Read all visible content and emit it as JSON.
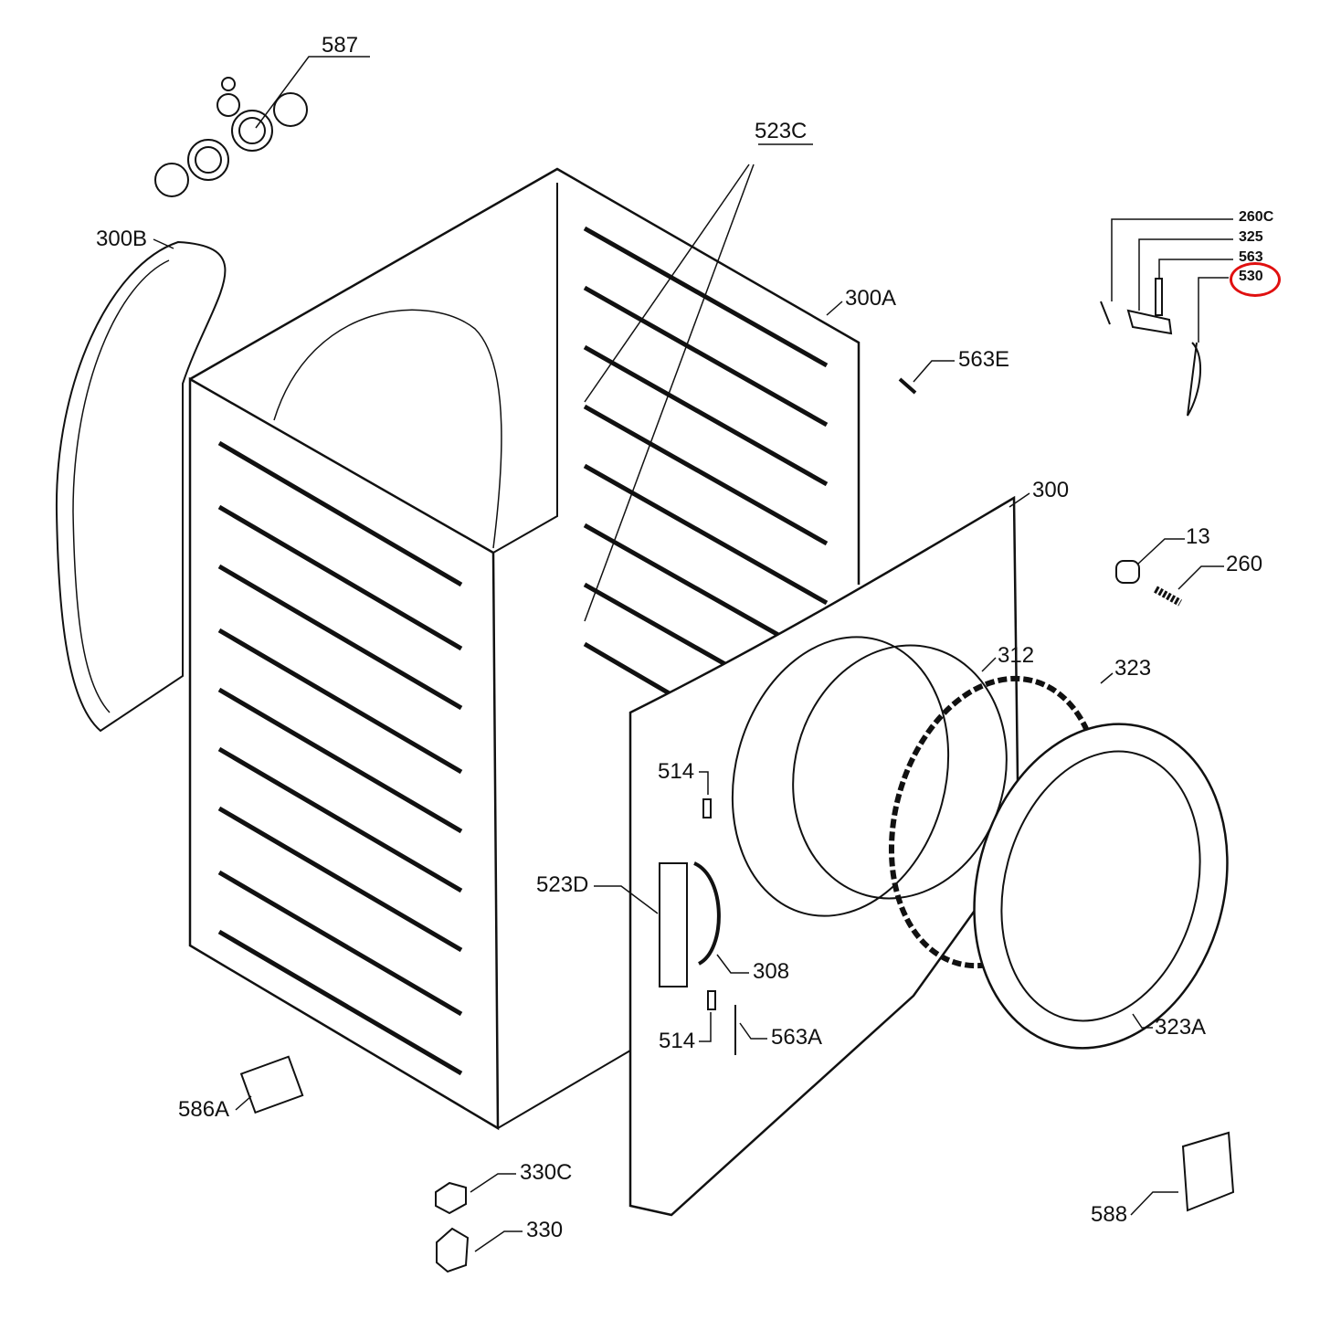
{
  "diagram": {
    "type": "exploded-parts-diagram",
    "highlight_color": "#e01010",
    "highlighted_part": "530",
    "labels": {
      "p587": "587",
      "p523C": "523C",
      "p300B": "300B",
      "p260C": "260C",
      "p325": "325",
      "p563": "563",
      "p530": "530",
      "p300A": "300A",
      "p563E": "563E",
      "p300": "300",
      "p13": "13",
      "p260": "260",
      "p312": "312",
      "p323": "323",
      "p514a": "514",
      "p523D": "523D",
      "p308": "308",
      "p514b": "514",
      "p563A": "563A",
      "p323A": "323A",
      "p586A": "586A",
      "p330C": "330C",
      "p330": "330",
      "p588": "588"
    }
  }
}
